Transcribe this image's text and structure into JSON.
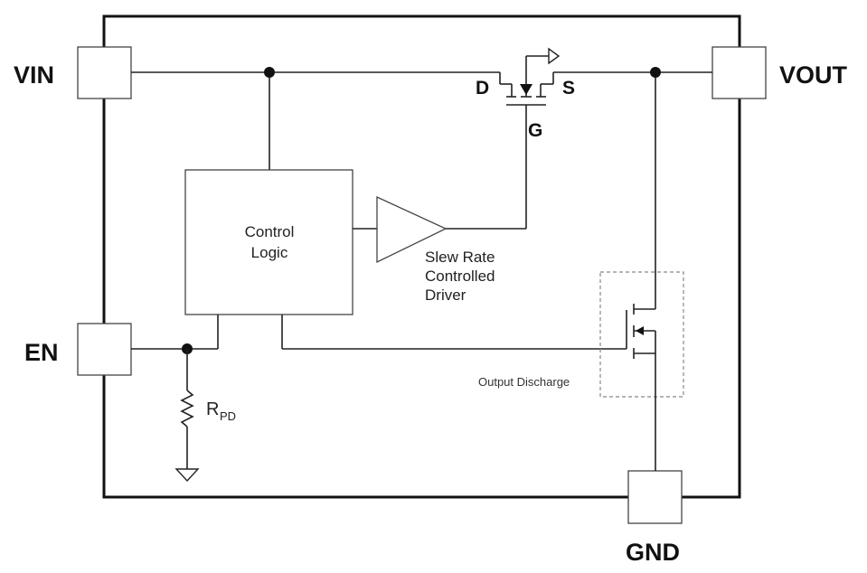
{
  "pins": {
    "vin": "VIN",
    "vout": "VOUT",
    "en": "EN",
    "gnd": "GND"
  },
  "fet_terminals": {
    "drain": "D",
    "source": "S",
    "gate": "G"
  },
  "blocks": {
    "control_logic_line1": "Control",
    "control_logic_line2": "Logic",
    "driver_line1": "Slew Rate",
    "driver_line2": "Controlled",
    "driver_line3": "Driver",
    "discharge": "Output Discharge"
  },
  "resistor": {
    "name": "R",
    "subscript": "PD"
  },
  "colors": {
    "line": "#222222",
    "outline": "#111111",
    "dashed": "#888888"
  }
}
